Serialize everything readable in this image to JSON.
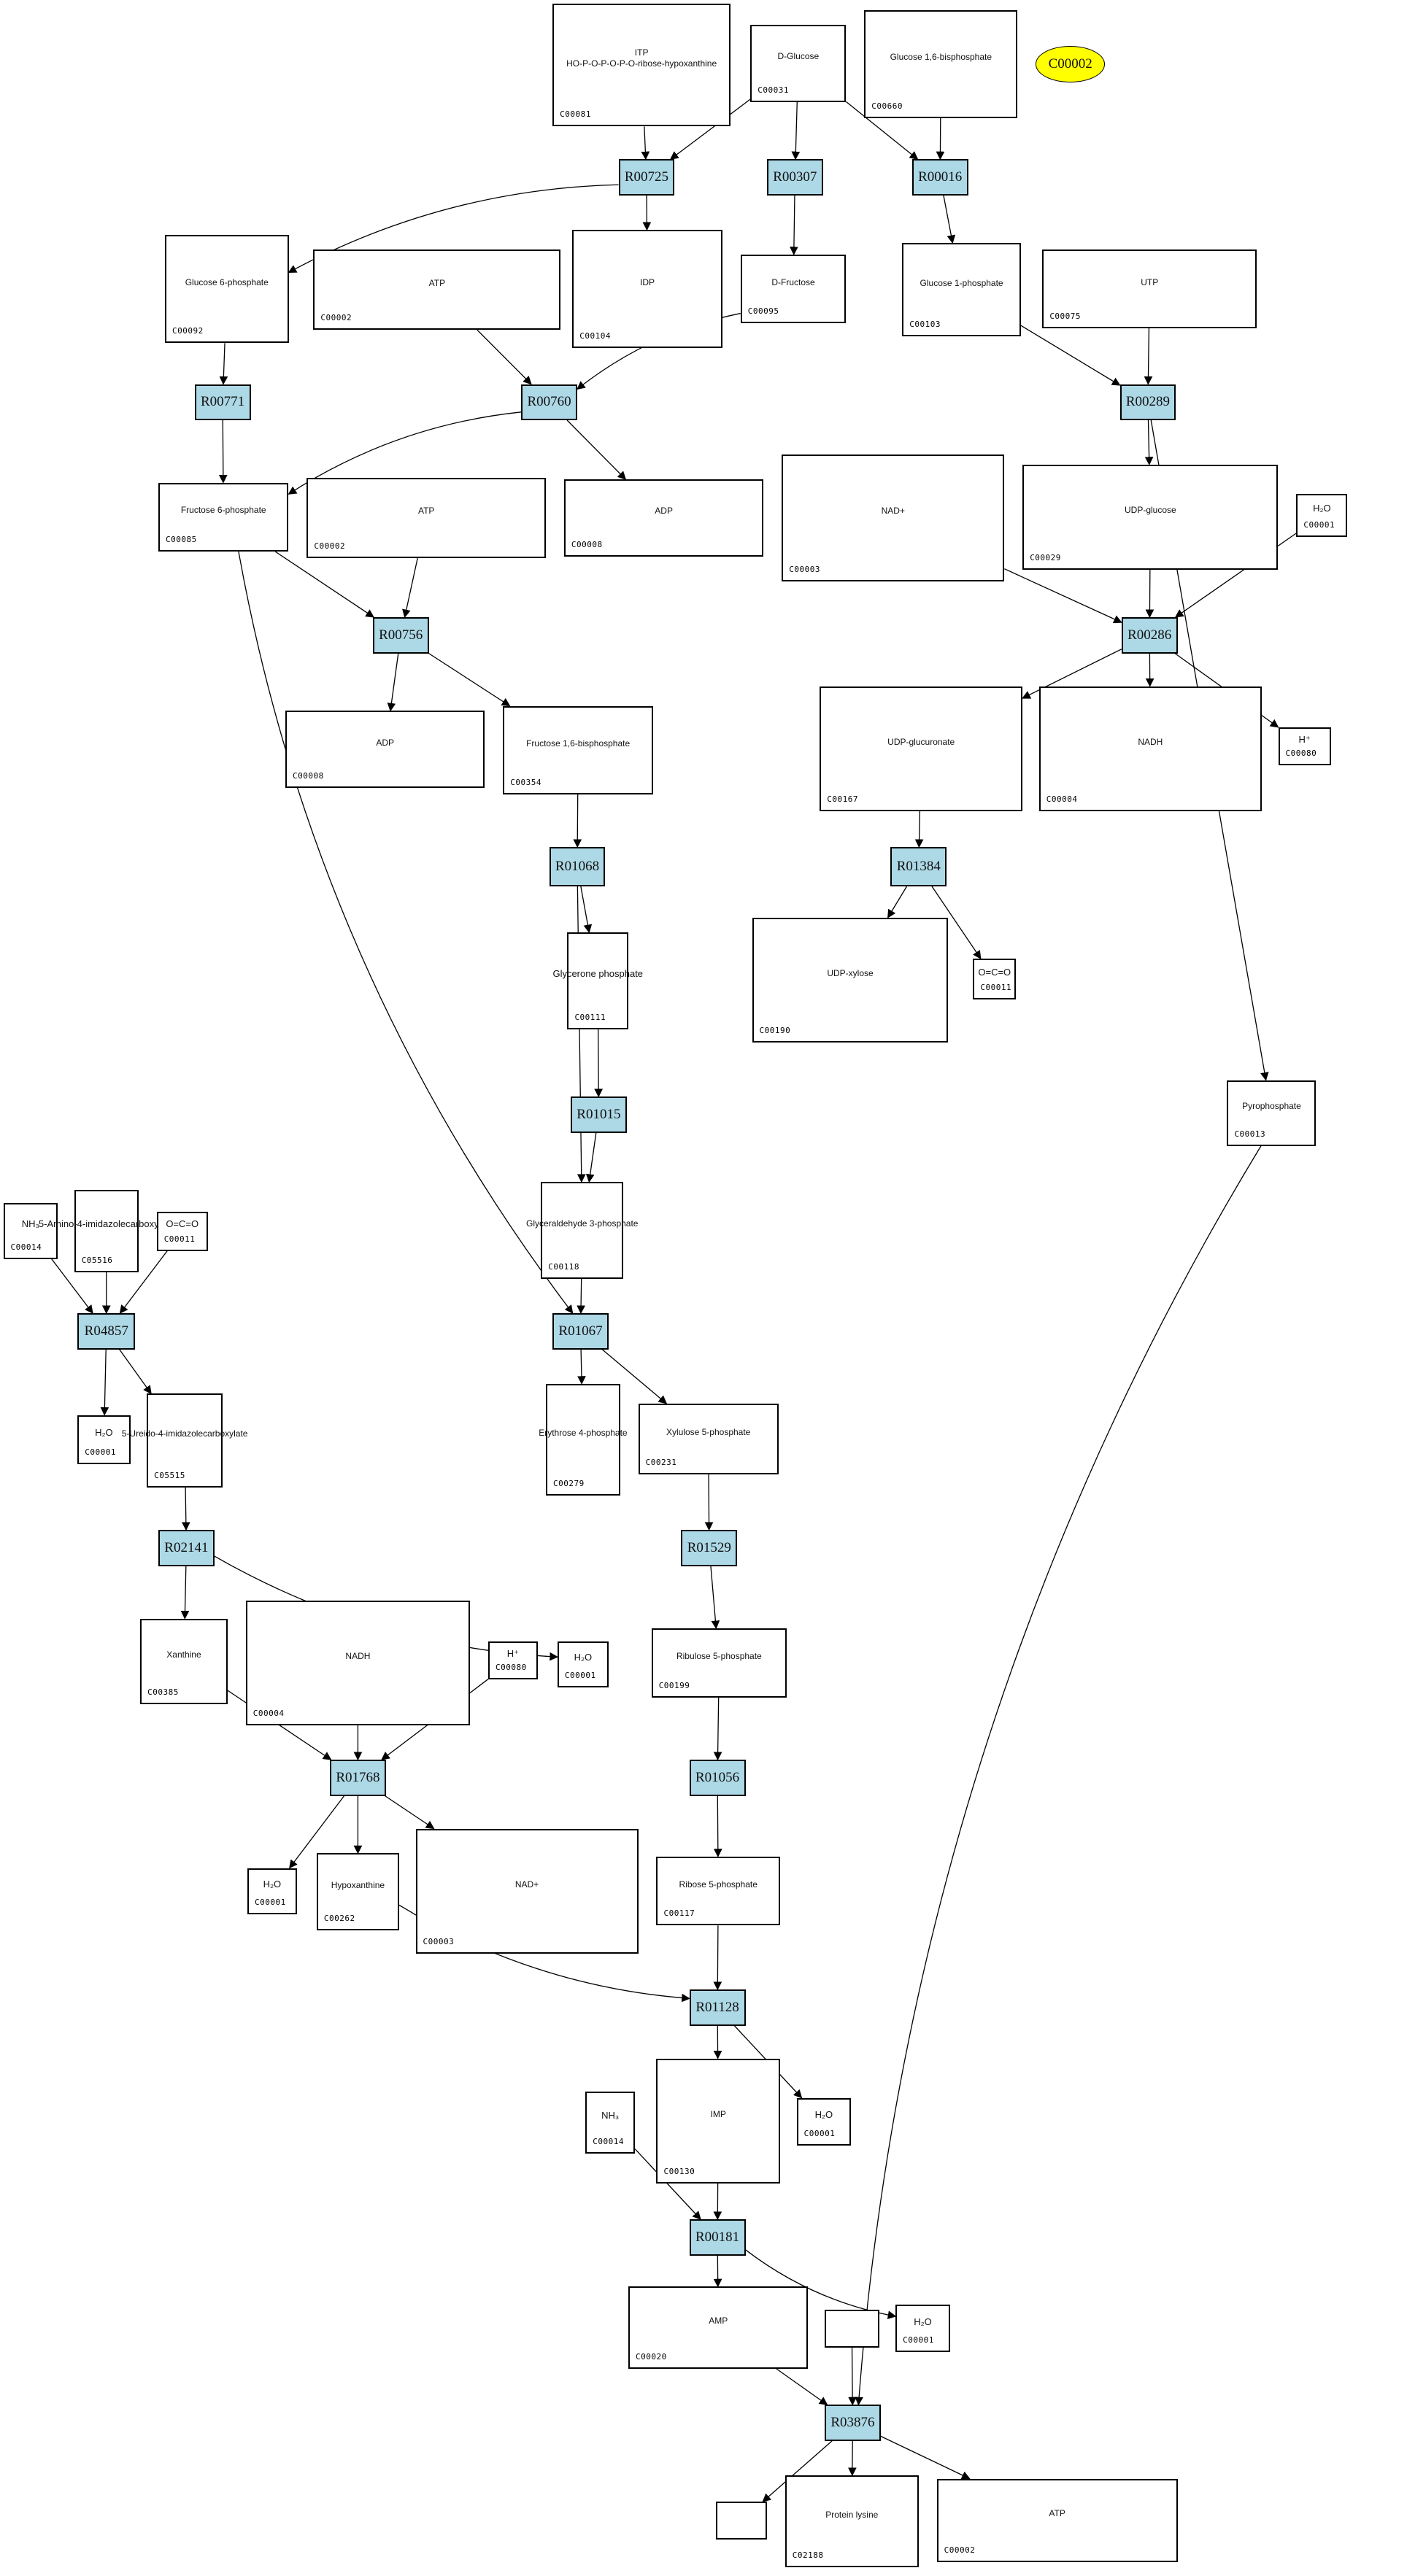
{
  "diagram": {
    "type": "metabolic pathway graph",
    "highlight": {
      "id": "C00002",
      "color": "#ffff00"
    },
    "reaction_color": "#add8e6",
    "compounds": [
      {
        "key": "c00081",
        "id": "C00081",
        "formula": "ITP\nHO-P-O-P-O-P-O-ribose-hypoxanthine"
      },
      {
        "key": "c00031",
        "id": "C00031",
        "formula": "D-Glucose"
      },
      {
        "key": "c00660",
        "id": "C00660",
        "formula": "Glucose 1,6-bisphosphate"
      },
      {
        "key": "c00092",
        "id": "C00092",
        "formula": "Glucose 6-phosphate"
      },
      {
        "key": "c00002a",
        "id": "C00002",
        "formula": "ATP"
      },
      {
        "key": "c00104",
        "id": "C00104",
        "formula": "IDP"
      },
      {
        "key": "c00095",
        "id": "C00095",
        "formula": "D-Fructose"
      },
      {
        "key": "c00103",
        "id": "C00103",
        "formula": "Glucose 1-phosphate"
      },
      {
        "key": "c00075",
        "id": "C00075",
        "formula": "UTP"
      },
      {
        "key": "c00085",
        "id": "C00085",
        "formula": "Fructose 6-phosphate"
      },
      {
        "key": "c00002b",
        "id": "C00002",
        "formula": "ATP"
      },
      {
        "key": "c00008a",
        "id": "C00008",
        "formula": "ADP"
      },
      {
        "key": "c00003a",
        "id": "C00003",
        "formula": "NAD+"
      },
      {
        "key": "c00029",
        "id": "C00029",
        "formula": "UDP-glucose"
      },
      {
        "key": "c00001a",
        "id": "C00001",
        "formula": "H₂O"
      },
      {
        "key": "c00008b",
        "id": "C00008",
        "formula": "ADP"
      },
      {
        "key": "c00354",
        "id": "C00354",
        "formula": "Fructose 1,6-bisphosphate"
      },
      {
        "key": "c00167",
        "id": "C00167",
        "formula": "UDP-glucuronate"
      },
      {
        "key": "c00004a",
        "id": "C00004",
        "formula": "NADH"
      },
      {
        "key": "c00080a",
        "id": "C00080",
        "formula": "H⁺"
      },
      {
        "key": "c00111",
        "id": "C00111",
        "formula": "Glycerone phosphate"
      },
      {
        "key": "c00190",
        "id": "C00190",
        "formula": "UDP-xylose"
      },
      {
        "key": "c00011a",
        "id": "C00011",
        "formula": "O=C=O"
      },
      {
        "key": "c00013",
        "id": "C00013",
        "formula": "Pyrophosphate"
      },
      {
        "key": "c00118",
        "id": "C00118",
        "formula": "Glyceraldehyde 3-phosphate"
      },
      {
        "key": "c00014a",
        "id": "C00014",
        "formula": "NH₃"
      },
      {
        "key": "c05516",
        "id": "C05516",
        "formula": "5-Amino-4-imidazolecarboxylate"
      },
      {
        "key": "c00011b",
        "id": "C00011",
        "formula": "O=C=O"
      },
      {
        "key": "c00001b",
        "id": "C00001",
        "formula": "H₂O"
      },
      {
        "key": "c05515",
        "id": "C05515",
        "formula": "5-Ureido-4-imidazolecarboxylate"
      },
      {
        "key": "c00279",
        "id": "C00279",
        "formula": "Erythrose 4-phosphate"
      },
      {
        "key": "c00231",
        "id": "C00231",
        "formula": "Xylulose 5-phosphate"
      },
      {
        "key": "c00385",
        "id": "C00385",
        "formula": "Xanthine"
      },
      {
        "key": "c00004b",
        "id": "C00004",
        "formula": "NADH"
      },
      {
        "key": "c00080b",
        "id": "C00080",
        "formula": "H⁺"
      },
      {
        "key": "c00001c",
        "id": "C00001",
        "formula": "H₂O"
      },
      {
        "key": "c00199",
        "id": "C00199",
        "formula": "Ribulose 5-phosphate"
      },
      {
        "key": "c00001d",
        "id": "C00001",
        "formula": "H₂O"
      },
      {
        "key": "c00262",
        "id": "C00262",
        "formula": "Hypoxanthine"
      },
      {
        "key": "c00003b",
        "id": "C00003",
        "formula": "NAD+"
      },
      {
        "key": "c00117",
        "id": "C00117",
        "formula": "Ribose 5-phosphate"
      },
      {
        "key": "c00014b",
        "id": "C00014",
        "formula": "NH₃"
      },
      {
        "key": "c00130",
        "id": "C00130",
        "formula": "IMP"
      },
      {
        "key": "c00001e",
        "id": "C00001",
        "formula": "H₂O"
      },
      {
        "key": "c00020",
        "id": "C00020",
        "formula": "AMP"
      },
      {
        "key": "blank1",
        "id": "",
        "formula": ""
      },
      {
        "key": "c00001f",
        "id": "C00001",
        "formula": "H₂O"
      },
      {
        "key": "blank2",
        "id": "",
        "formula": ""
      },
      {
        "key": "c02188",
        "id": "C02188",
        "formula": "Protein lysine"
      },
      {
        "key": "c00002c",
        "id": "C00002",
        "formula": "ATP"
      }
    ],
    "reactions": [
      {
        "key": "R00725",
        "label": "R00725"
      },
      {
        "key": "R00307",
        "label": "R00307"
      },
      {
        "key": "R00016",
        "label": "R00016"
      },
      {
        "key": "R00771",
        "label": "R00771"
      },
      {
        "key": "R00760",
        "label": "R00760"
      },
      {
        "key": "R00289",
        "label": "R00289"
      },
      {
        "key": "R00756",
        "label": "R00756"
      },
      {
        "key": "R00286",
        "label": "R00286"
      },
      {
        "key": "R01068",
        "label": "R01068"
      },
      {
        "key": "R01384",
        "label": "R01384"
      },
      {
        "key": "R01015",
        "label": "R01015"
      },
      {
        "key": "R04857",
        "label": "R04857"
      },
      {
        "key": "R01067",
        "label": "R01067"
      },
      {
        "key": "R02141",
        "label": "R02141"
      },
      {
        "key": "R01529",
        "label": "R01529"
      },
      {
        "key": "R01768",
        "label": "R01768"
      },
      {
        "key": "R01056",
        "label": "R01056"
      },
      {
        "key": "R01128",
        "label": "R01128"
      },
      {
        "key": "R00181",
        "label": "R00181"
      },
      {
        "key": "R03876",
        "label": "R03876"
      }
    ],
    "standalone": [
      {
        "key": "hl",
        "label": "C00002"
      }
    ],
    "edges": [
      [
        "c00081",
        "R00725"
      ],
      [
        "c00031",
        "R00725"
      ],
      [
        "c00031",
        "R00307"
      ],
      [
        "c00031",
        "R00016"
      ],
      [
        "c00660",
        "R00016"
      ],
      [
        "R00725",
        "c00092"
      ],
      [
        "R00725",
        "c00104"
      ],
      [
        "R00307",
        "c00095"
      ],
      [
        "R00016",
        "c00103"
      ],
      [
        "c00092",
        "R00771"
      ],
      [
        "c00002a",
        "R00760"
      ],
      [
        "c00095",
        "R00760"
      ],
      [
        "c00103",
        "R00289"
      ],
      [
        "c00075",
        "R00289"
      ],
      [
        "R00771",
        "c00085"
      ],
      [
        "R00760",
        "c00085"
      ],
      [
        "R00760",
        "c00008a"
      ],
      [
        "R00289",
        "c00029"
      ],
      [
        "R00289",
        "c00013"
      ],
      [
        "c00085",
        "R00756"
      ],
      [
        "c00002b",
        "R00756"
      ],
      [
        "c00003a",
        "R00286"
      ],
      [
        "c00029",
        "R00286"
      ],
      [
        "c00001a",
        "R00286"
      ],
      [
        "R00756",
        "c00008b"
      ],
      [
        "R00756",
        "c00354"
      ],
      [
        "R00286",
        "c00167"
      ],
      [
        "R00286",
        "c00004a"
      ],
      [
        "R00286",
        "c00080a"
      ],
      [
        "c00354",
        "R01068"
      ],
      [
        "c00167",
        "R01384"
      ],
      [
        "R01068",
        "c00111"
      ],
      [
        "R01068",
        "c00118"
      ],
      [
        "R01384",
        "c00190"
      ],
      [
        "R01384",
        "c00011a"
      ],
      [
        "c00111",
        "R01015"
      ],
      [
        "R01015",
        "c00118"
      ],
      [
        "c00085",
        "R01067"
      ],
      [
        "c00118",
        "R01067"
      ],
      [
        "c00014a",
        "R04857"
      ],
      [
        "c05516",
        "R04857"
      ],
      [
        "c00011b",
        "R04857"
      ],
      [
        "R04857",
        "c00001b"
      ],
      [
        "R04857",
        "c05515"
      ],
      [
        "R01067",
        "c00279"
      ],
      [
        "R01067",
        "c00231"
      ],
      [
        "c05515",
        "R02141"
      ],
      [
        "c00231",
        "R01529"
      ],
      [
        "R02141",
        "c00385"
      ],
      [
        "R02141",
        "c00001c"
      ],
      [
        "R01529",
        "c00199"
      ],
      [
        "c00385",
        "R01768"
      ],
      [
        "c00004b",
        "R01768"
      ],
      [
        "c00080b",
        "R01768"
      ],
      [
        "c00199",
        "R01056"
      ],
      [
        "R01768",
        "c00001d"
      ],
      [
        "R01768",
        "c00262"
      ],
      [
        "R01768",
        "c00003b"
      ],
      [
        "R01056",
        "c00117"
      ],
      [
        "c00117",
        "R01128"
      ],
      [
        "c00262",
        "R01128"
      ],
      [
        "R01128",
        "c00130"
      ],
      [
        "R01128",
        "c00001e"
      ],
      [
        "c00014b",
        "R00181"
      ],
      [
        "c00130",
        "R00181"
      ],
      [
        "R00181",
        "c00020"
      ],
      [
        "R00181",
        "c00001f"
      ],
      [
        "c00020",
        "R03876"
      ],
      [
        "blank1",
        "R03876"
      ],
      [
        "c00013",
        "R03876"
      ],
      [
        "R03876",
        "blank2"
      ],
      [
        "R03876",
        "c02188"
      ],
      [
        "R03876",
        "c00002c"
      ]
    ]
  }
}
